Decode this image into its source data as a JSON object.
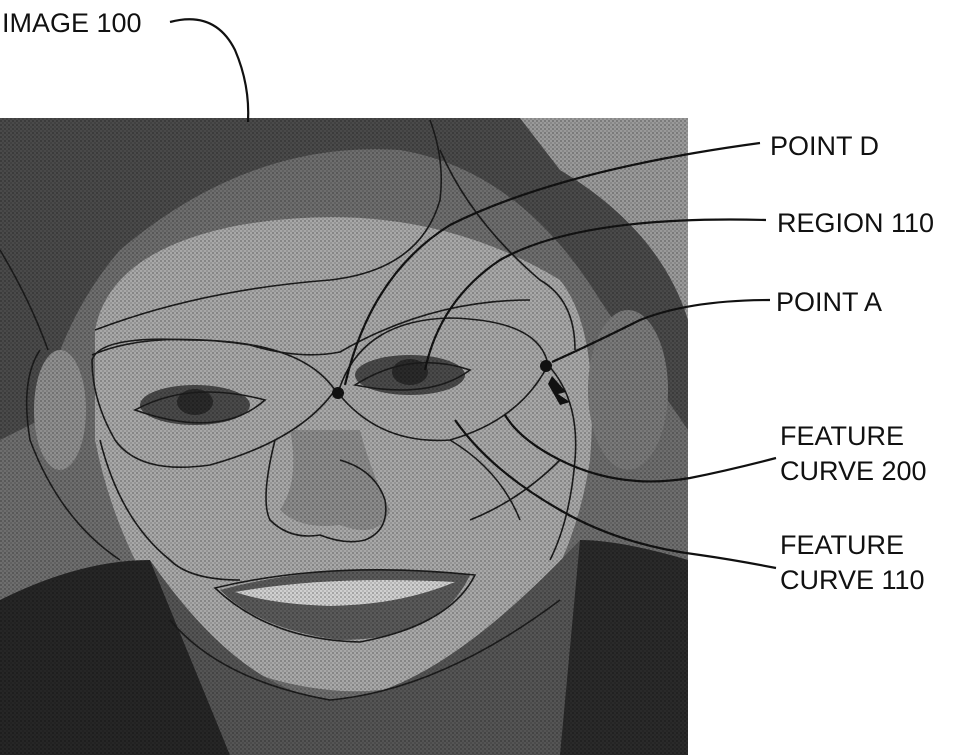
{
  "labels": {
    "image": "IMAGE 100",
    "point_d": "POINT D",
    "region": "REGION 110",
    "point_a": "POINT A",
    "feature_curve_200_line1": "FEATURE",
    "feature_curve_200_line2": "CURVE 200",
    "feature_curve_110_line1": "FEATURE",
    "feature_curve_110_line2": "CURVE 110"
  },
  "colors": {
    "ink": "#111111",
    "photo_dark": "#3a3a3a",
    "photo_mid": "#8a8a8a",
    "photo_light": "#bdbdbd"
  }
}
